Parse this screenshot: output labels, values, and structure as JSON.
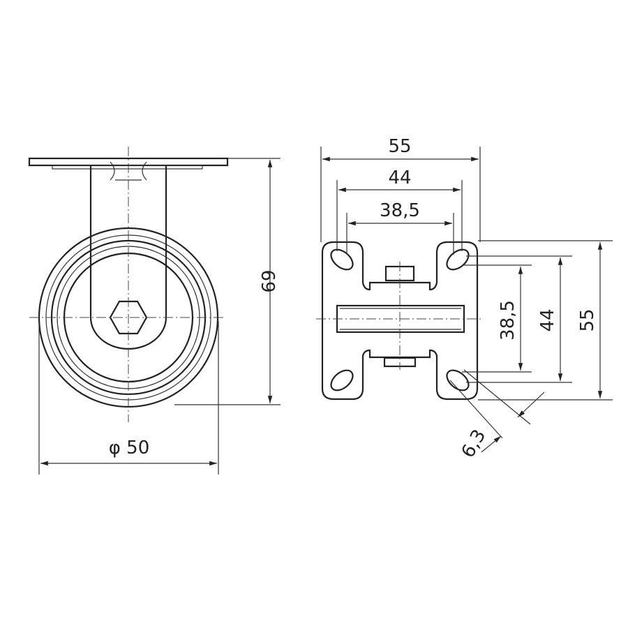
{
  "side_view": {
    "height_label": "69",
    "diameter_label": "φ 50"
  },
  "front_view": {
    "width_outer_label": "55",
    "width_holes_label": "44",
    "width_holes_inner_label": "38,5",
    "height_inner_label": "38,5",
    "height_holes_label": "44",
    "height_outer_label": "55",
    "slot_label": "6,3"
  }
}
